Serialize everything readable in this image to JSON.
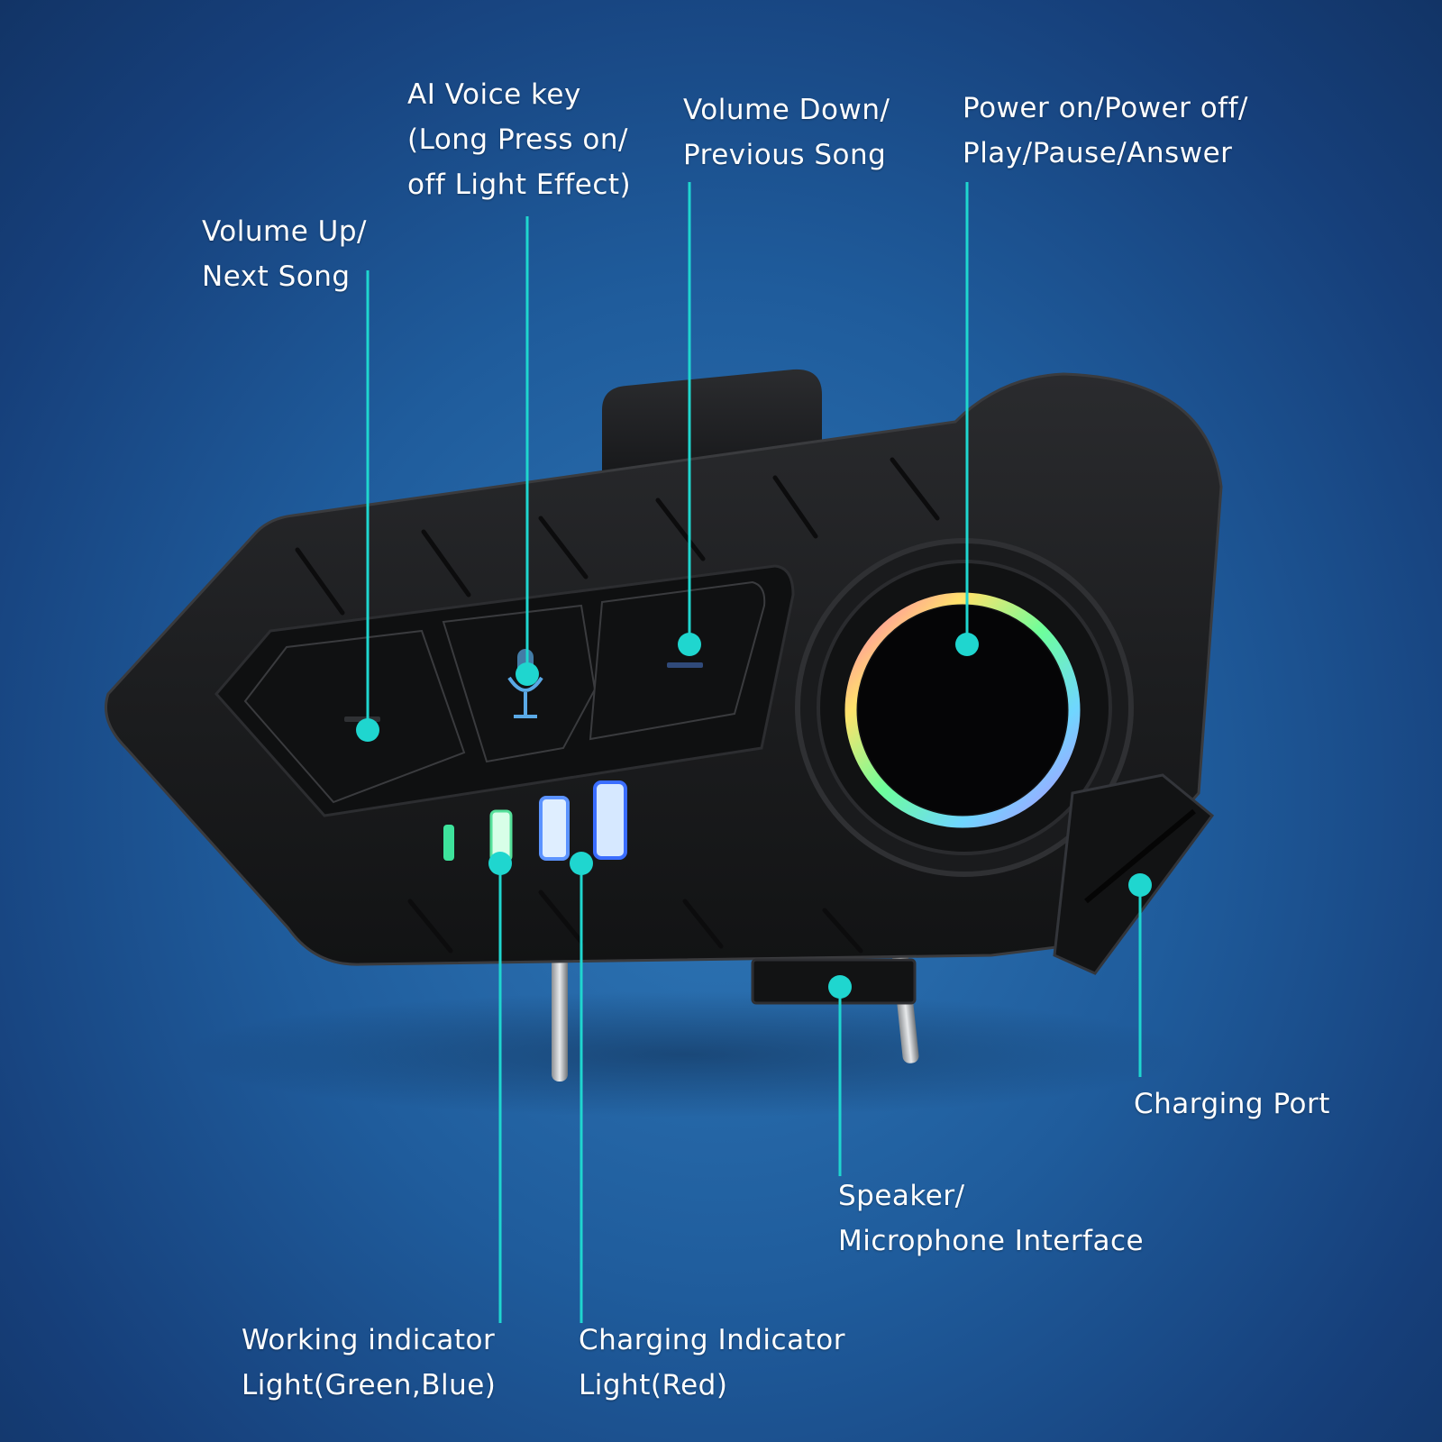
{
  "colors": {
    "callout": "#1fd6cf",
    "background": "#1f5c9c",
    "device_body": "#1b1c1e"
  },
  "labels": {
    "volume_up": [
      "Volume Up/",
      "Next Song"
    ],
    "ai_voice": [
      "AI Voice key",
      "(Long Press on/",
      "off Light Effect)"
    ],
    "volume_down": [
      "Volume Down/",
      "Previous Song"
    ],
    "power": [
      "Power on/Power off/",
      "Play/Pause/Answer"
    ],
    "charging_port": [
      "Charging Port"
    ],
    "speaker": [
      "Speaker/",
      "Microphone Interface"
    ],
    "working_indicator": [
      "Working indicator",
      "Light(Green,Blue)"
    ],
    "charging_indicator": [
      "Charging Indicator",
      "Light(Red)"
    ]
  },
  "icons": [
    "microphone-icon",
    "minus-icon",
    "plus-icon",
    "power-ring-icon"
  ]
}
